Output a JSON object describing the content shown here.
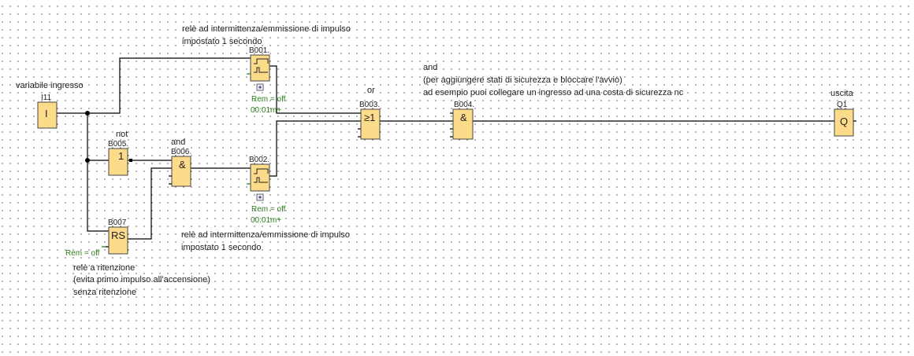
{
  "blocks": {
    "i11": {
      "id": "I11",
      "symbol": "I",
      "comment": "variabile ingresso"
    },
    "b001": {
      "id": "B001.",
      "rem": "Rem = off",
      "time": "00:01m+",
      "comment1": "relè ad intermittenza/emmissione di impulso",
      "comment2": "impostato 1 secondo"
    },
    "b002": {
      "id": "B002.",
      "rem": "Rem = off",
      "time": "00:01m+",
      "comment1": "relè ad intermittenza/emmissione di impulso",
      "comment2": "impostato 1 secondo"
    },
    "b003": {
      "id": "B003.",
      "symbol": "≥1",
      "comment": "or"
    },
    "b004": {
      "id": "B004.",
      "symbol": "&",
      "comment1": "and",
      "comment2": "(per aggiungere stati di sicurezza e bloccare l'avvio)",
      "comment3": "ad esempio puoi collegare un ingresso ad una costa di sicurezza nc"
    },
    "b005": {
      "id": "B005.",
      "symbol": "1",
      "comment": "not"
    },
    "b006": {
      "id": "B006.",
      "symbol": "&",
      "comment": "and"
    },
    "b007": {
      "id": "B007",
      "symbol": "RS",
      "rem": "Rem = off",
      "comment1": "relè a ritenzione",
      "comment2": "(evita primo impulso all'accensione)",
      "comment3": "senza ritenzione"
    },
    "q1": {
      "id": "Q1",
      "symbol": "Q",
      "comment": "uscita"
    }
  },
  "colors": {
    "block_fill": "#fcdb8a",
    "param_text": "#2e7d1e"
  }
}
